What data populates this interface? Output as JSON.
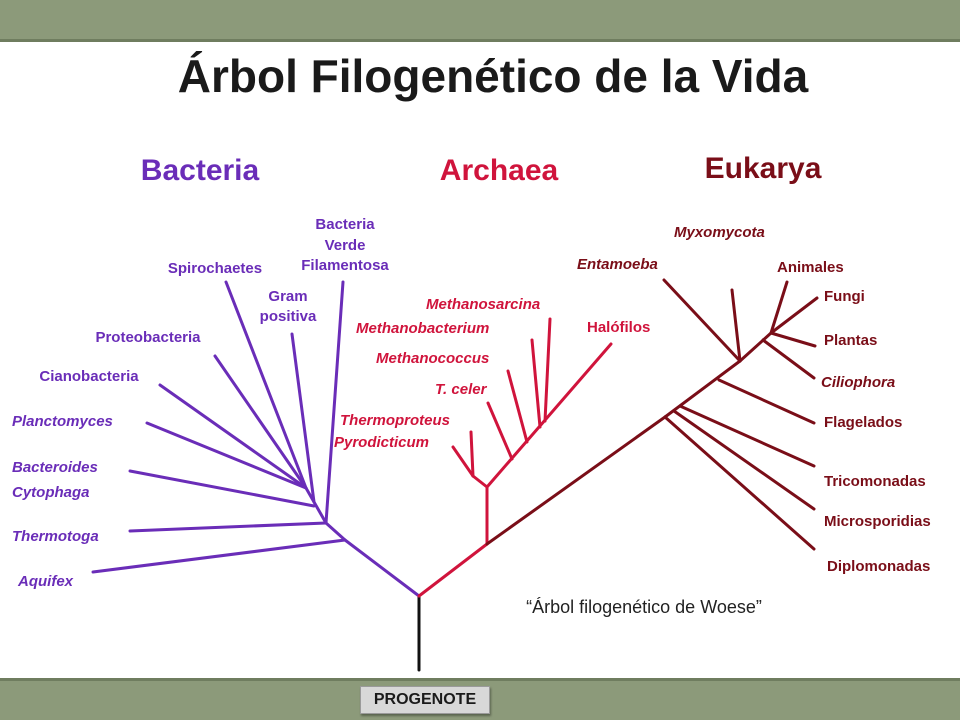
{
  "title": "Árbol Filogenético de la Vida",
  "domains": {
    "bacteria": "Bacteria",
    "archaea": "Archaea",
    "eukarya": "Eukarya"
  },
  "bacteria_leaves": {
    "bacteria_verde_1": "Bacteria",
    "bacteria_verde_2": "Verde",
    "bacteria_verde_3": "Filamentosa",
    "spirochaetes": "Spirochaetes",
    "gram_1": "Gram",
    "gram_2": "positiva",
    "proteobacteria": "Proteobacteria",
    "cianobacteria": "Cianobacteria",
    "planctomyces": "Planctomyces",
    "bacteroides": "Bacteroides",
    "cytophaga": "Cytophaga",
    "thermotoga": "Thermotoga",
    "aquifex": "Aquifex"
  },
  "archaea_leaves": {
    "methanosarcina": "Methanosarcina",
    "methanobacterium": "Methanobacterium",
    "halofilos": "Halófilos",
    "methanococcus": "Methanococcus",
    "t_celer": "T. celer",
    "thermoproteus": "Thermoproteus",
    "pyrodicticum": "Pyrodicticum"
  },
  "eukarya_leaves": {
    "myxomycota": "Myxomycota",
    "entamoeba": "Entamoeba",
    "animales": "Animales",
    "fungi": "Fungi",
    "plantas": "Plantas",
    "ciliophora": "Ciliophora",
    "flagelados": "Flagelados",
    "tricomonadas": "Tricomonadas",
    "microsporidias": "Microsporidias",
    "diplomonadas": "Diplomonadas"
  },
  "caption": "“Árbol filogenético de Woese”",
  "root_label": "PROGENOTE",
  "colors": {
    "bacteria": "#6a2db8",
    "archaea": "#d0143c",
    "eukarya": "#7a0e18",
    "trunk": "#111111",
    "band": "#8c9a7a"
  }
}
